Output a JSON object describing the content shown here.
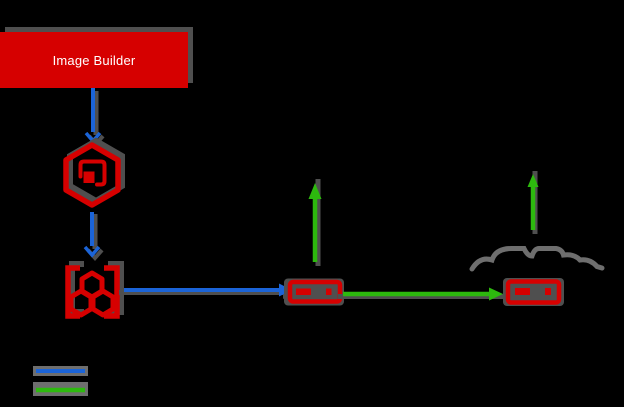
{
  "diagram": {
    "background": "#000000",
    "colors": {
      "red": "#d60000",
      "blue": "#1b64d8",
      "green": "#2db90e",
      "shadow": "#4f4f4f",
      "gray": "#6e6e6e",
      "label": "#ffffff"
    },
    "nodes": {
      "image_builder": {
        "label": "Image Builder"
      },
      "container_icon": "container-hexagon-icon",
      "pod_icon": "pod-icon",
      "registry_left_icon": "registry-icon",
      "registry_right_icon": "registry-icon",
      "cloud": "cloud-outline-icon"
    },
    "legend": {
      "items": [
        {
          "name": "blue-flow",
          "color_key": "blue"
        },
        {
          "name": "green-flow",
          "color_key": "green"
        }
      ]
    }
  }
}
